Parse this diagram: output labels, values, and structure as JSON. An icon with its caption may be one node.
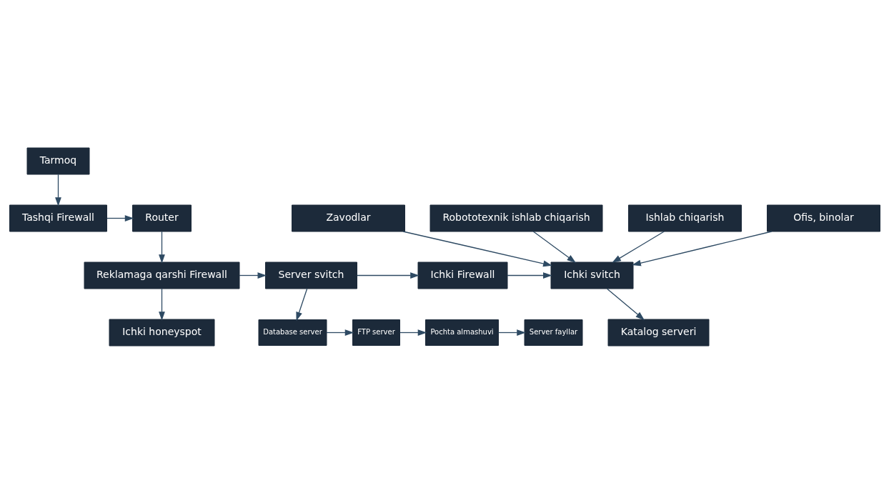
{
  "diagram": {
    "nodes": [
      {
        "text": [
          "Tarmoq"
        ]
      },
      {
        "text": [
          "Tashqi Firewall"
        ]
      },
      {
        "text": [
          "Router"
        ]
      },
      {
        "text": [
          "Reklamaga qarshi Firewall"
        ]
      },
      {
        "text": [
          "Server svitch"
        ]
      },
      {
        "text": [
          "Ichki Firewall"
        ]
      },
      {
        "text": [
          "Ichki svitch"
        ]
      },
      {
        "text": [
          "Zavodlar"
        ]
      },
      {
        "text": [
          "Robototexnik ishlab chiqarish"
        ]
      },
      {
        "text": [
          "Ishlab chiqarish"
        ]
      },
      {
        "text": [
          "Ofis, binolar"
        ]
      },
      {
        "text": [
          "Ichki honeyspot"
        ]
      },
      {
        "text": [
          "Database server"
        ]
      },
      {
        "text": [
          "FTP server"
        ]
      },
      {
        "text": [
          "Pochta almashuvi"
        ]
      },
      {
        "text": [
          "Server fayllar"
        ]
      },
      {
        "text": [
          "Katalog serveri"
        ]
      }
    ],
    "edges": [
      {
        "from": 0,
        "to": 1,
        "arrow": "to"
      },
      {
        "from": 1,
        "to": 2,
        "arrow": "to"
      },
      {
        "from": 2,
        "to": 3,
        "arrow": "to"
      },
      {
        "from": 3,
        "to": 4,
        "arrow": "to"
      },
      {
        "from": 4,
        "to": 5,
        "arrow": "to"
      },
      {
        "from": 5,
        "to": 6,
        "arrow": "to"
      },
      {
        "from": 7,
        "to": 6,
        "arrow": "to"
      },
      {
        "from": 8,
        "to": 6,
        "arrow": "to"
      },
      {
        "from": 9,
        "to": 6,
        "arrow": "to"
      },
      {
        "from": 10,
        "to": 6,
        "arrow": "to"
      },
      {
        "from": 3,
        "to": 11,
        "arrow": "to"
      },
      {
        "from": 4,
        "to": 12,
        "arrow": "to"
      },
      {
        "from": 12,
        "to": 13,
        "arrow": "to"
      },
      {
        "from": 13,
        "to": 14,
        "arrow": "to"
      },
      {
        "from": 14,
        "to": 15,
        "arrow": "to"
      },
      {
        "from": 6,
        "to": 16,
        "arrow": "to"
      }
    ]
  }
}
